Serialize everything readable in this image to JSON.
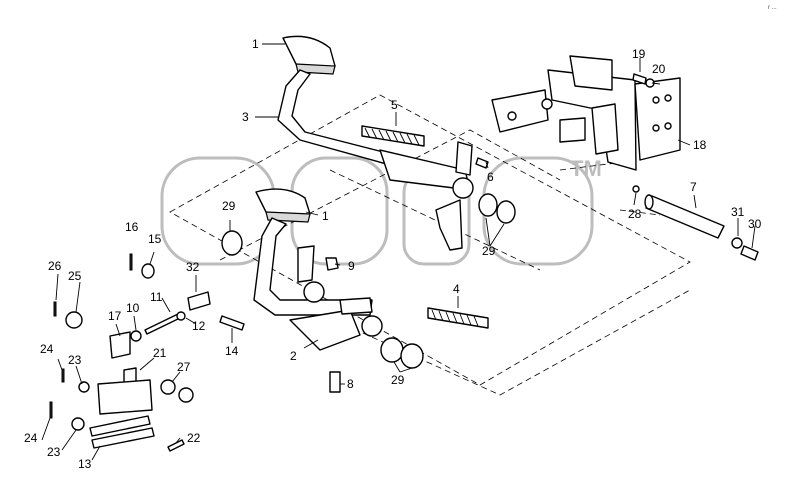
{
  "diagram": {
    "corner_mark": "r ...",
    "watermark": {
      "trademark": "TM"
    },
    "callouts": [
      {
        "id": "c1a",
        "label": "1"
      },
      {
        "id": "c1b",
        "label": "1"
      },
      {
        "id": "c2",
        "label": "2"
      },
      {
        "id": "c3",
        "label": "3"
      },
      {
        "id": "c4",
        "label": "4"
      },
      {
        "id": "c5",
        "label": "5"
      },
      {
        "id": "c6",
        "label": "6"
      },
      {
        "id": "c7",
        "label": "7"
      },
      {
        "id": "c8",
        "label": "8"
      },
      {
        "id": "c9",
        "label": "9"
      },
      {
        "id": "c10",
        "label": "10"
      },
      {
        "id": "c11",
        "label": "11"
      },
      {
        "id": "c12",
        "label": "12"
      },
      {
        "id": "c13",
        "label": "13"
      },
      {
        "id": "c14",
        "label": "14"
      },
      {
        "id": "c15",
        "label": "15"
      },
      {
        "id": "c16",
        "label": "16"
      },
      {
        "id": "c17",
        "label": "17"
      },
      {
        "id": "c18",
        "label": "18"
      },
      {
        "id": "c19",
        "label": "19"
      },
      {
        "id": "c20",
        "label": "20"
      },
      {
        "id": "c21",
        "label": "21"
      },
      {
        "id": "c22",
        "label": "22"
      },
      {
        "id": "c23a",
        "label": "23"
      },
      {
        "id": "c23b",
        "label": "23"
      },
      {
        "id": "c24a",
        "label": "24"
      },
      {
        "id": "c24b",
        "label": "24"
      },
      {
        "id": "c25",
        "label": "25"
      },
      {
        "id": "c26",
        "label": "26"
      },
      {
        "id": "c27",
        "label": "27"
      },
      {
        "id": "c28",
        "label": "28"
      },
      {
        "id": "c29a",
        "label": "29"
      },
      {
        "id": "c29b",
        "label": "29"
      },
      {
        "id": "c29c",
        "label": "29"
      },
      {
        "id": "c30",
        "label": "30"
      },
      {
        "id": "c31",
        "label": "31"
      },
      {
        "id": "c32",
        "label": "32"
      }
    ]
  }
}
